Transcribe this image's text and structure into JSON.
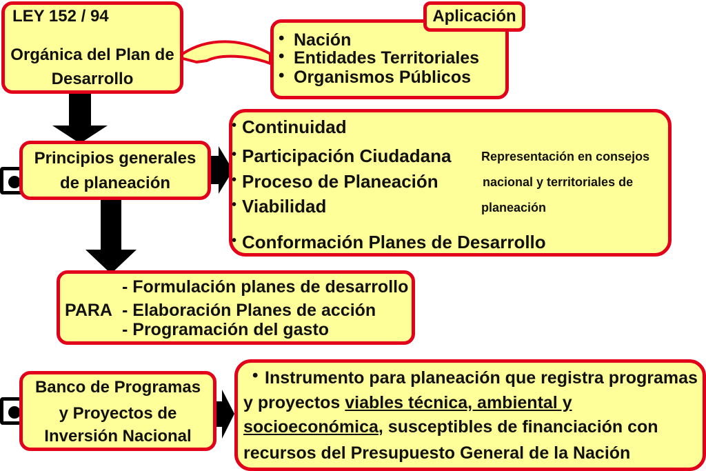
{
  "ley_box": {
    "title": "LEY 152 / 94",
    "line1": "Orgánica del Plan de",
    "line2": "Desarrollo"
  },
  "aplicacion_box": {
    "label": "Aplicación",
    "items": [
      "Nación",
      "Entidades Territoriales",
      "Organismos Públicos"
    ]
  },
  "principios_box": {
    "line1": "Principios generales",
    "line2": "de planeación"
  },
  "principles_list": {
    "items": [
      "Continuidad",
      "Participación Ciudadana",
      "Proceso de Planeación",
      "Viabilidad",
      "Conformación Planes de Desarrollo"
    ],
    "note_lines": [
      "Representación  en consejos",
      "nacional y territoriales de",
      "planeación"
    ]
  },
  "para_box": {
    "label": "PARA",
    "items": [
      "- Formulación planes de desarrollo",
      "- Elaboración Planes de acción",
      "- Programación del gasto"
    ]
  },
  "banco_box": {
    "line1": "Banco de Programas",
    "line2": "y Proyectos de",
    "line3": "Inversión  Nacional"
  },
  "instrumento_box": {
    "l1": "Instrumento para planeación que registra programas",
    "l2a": "y proyectos ",
    "l2u": "viables técnica, ambiental y",
    "l3u": "socioeconómica",
    "l3b": ", susceptibles de financiación con",
    "l4": "recursos del Presupuesto General de la Nación"
  },
  "colors": {
    "box_fill": "#ffff99",
    "box_border": "#e3001b",
    "arrow": "#000000"
  }
}
